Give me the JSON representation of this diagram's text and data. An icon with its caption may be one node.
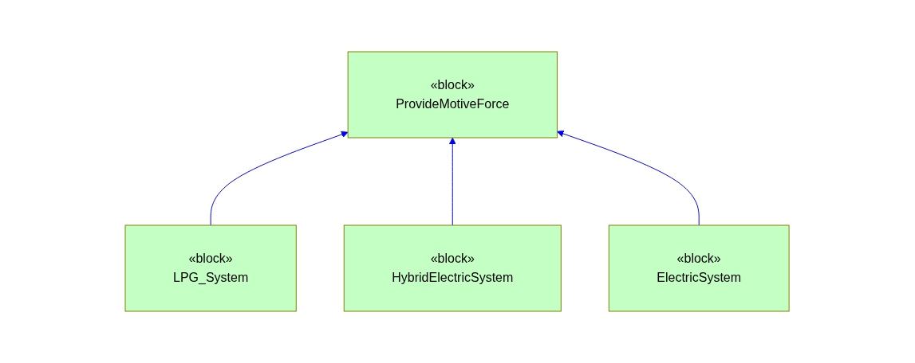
{
  "diagram": {
    "nodes": [
      {
        "text": [
          "«block»",
          "ProvideMotiveForce"
        ]
      },
      {
        "text": [
          "«block»",
          "LPG_System"
        ]
      },
      {
        "text": [
          "«block»",
          "HybridElectricSystem"
        ]
      },
      {
        "text": [
          "«block»",
          "ElectricSystem"
        ]
      }
    ],
    "edges": [
      {
        "from": 1,
        "to": 0,
        "arrow": "to"
      },
      {
        "from": 2,
        "to": 0,
        "arrow": "to"
      },
      {
        "from": 3,
        "to": 0,
        "arrow": "to"
      }
    ]
  }
}
